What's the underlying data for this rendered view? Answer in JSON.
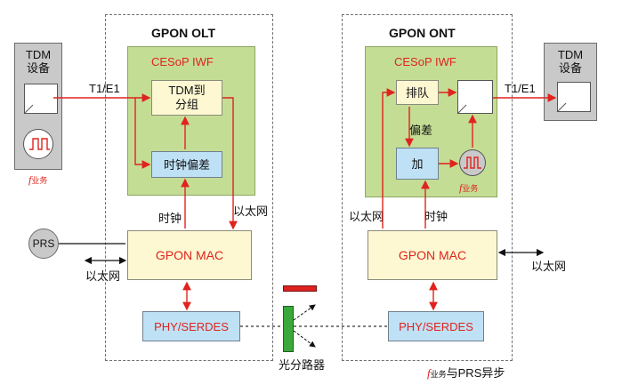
{
  "olt": {
    "title": "GPON OLT",
    "iwf": "CESoP IWF",
    "tdm_to_group": "TDM到\n分组",
    "clock_offset": "时钟偏差",
    "clock": "时钟",
    "ethernet_right": "以太网",
    "mac": "GPON MAC",
    "phy": "PHY/SERDES"
  },
  "ont": {
    "title": "GPON ONT",
    "iwf": "CESoP IWF",
    "queue": "排队",
    "offset": "偏差",
    "add": "加",
    "f_service": "f",
    "f_service_sub": "业务",
    "ethernet_left": "以太网",
    "clock": "时钟",
    "mac": "GPON MAC",
    "phy": "PHY/SERDES"
  },
  "tdm_left": {
    "title": "TDM\n设备",
    "f": "f",
    "f_sub": "业务",
    "link": "T1/E1"
  },
  "tdm_right": {
    "title": "TDM\n设备",
    "link": "T1/E1"
  },
  "prs": "PRS",
  "ethernet_left": "以太网",
  "ethernet_right": "以太网",
  "splitter": "光分路器",
  "async_note": {
    "f": "f",
    "sub": "业务",
    "rest": "与PRS异步"
  },
  "colors": {
    "red": "#e0231d",
    "green": "#c4dd95",
    "yellow": "#fdf8d2",
    "blue": "#bfe1f5",
    "gray": "#c9c9c9"
  }
}
